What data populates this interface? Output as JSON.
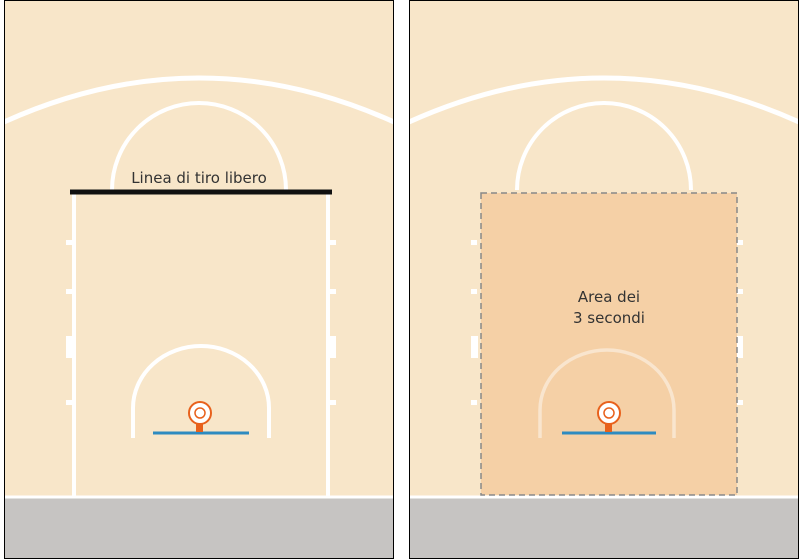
{
  "colors": {
    "court": "#F8E6C9",
    "court_lines": "#FFFFFF",
    "floor": "#C6C4C2",
    "border": "#000000",
    "free_throw_line": "#111111",
    "three_second_area": "#F5D0A6",
    "backboard": "#2E8BC0",
    "rim": "#E8611C",
    "dashed_outline": "#888888"
  },
  "panels": [
    {
      "label": "Linea di tiro libero"
    },
    {
      "label_line1": "Area dei",
      "label_line2": "3 secondi"
    }
  ]
}
